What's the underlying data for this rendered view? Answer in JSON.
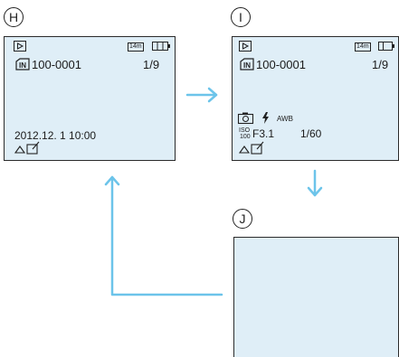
{
  "panels": {
    "H": {
      "label": "H",
      "folder_file": "100-0001",
      "counter": "1/9",
      "size_badge": "14m",
      "datetime": "2012.12. 1 10:00"
    },
    "I": {
      "label": "I",
      "folder_file": "100-0001",
      "counter": "1/9",
      "size_badge": "14m",
      "wb": "AWB",
      "iso_top": "ISO",
      "iso_bottom": "100",
      "aperture": "F3.1",
      "shutter": "1/60"
    },
    "J": {
      "label": "J"
    }
  },
  "icons": {
    "playback": "playback-icon",
    "internal_memory": "internal-memory-icon",
    "battery": "battery-icon",
    "camera": "camera-icon",
    "flash": "flash-icon",
    "print": "print-icon",
    "edit": "edit-icon"
  },
  "colors": {
    "screen_bg": "#dfeef7",
    "arrow": "#6cc4ea",
    "border": "#2b2b2b"
  }
}
